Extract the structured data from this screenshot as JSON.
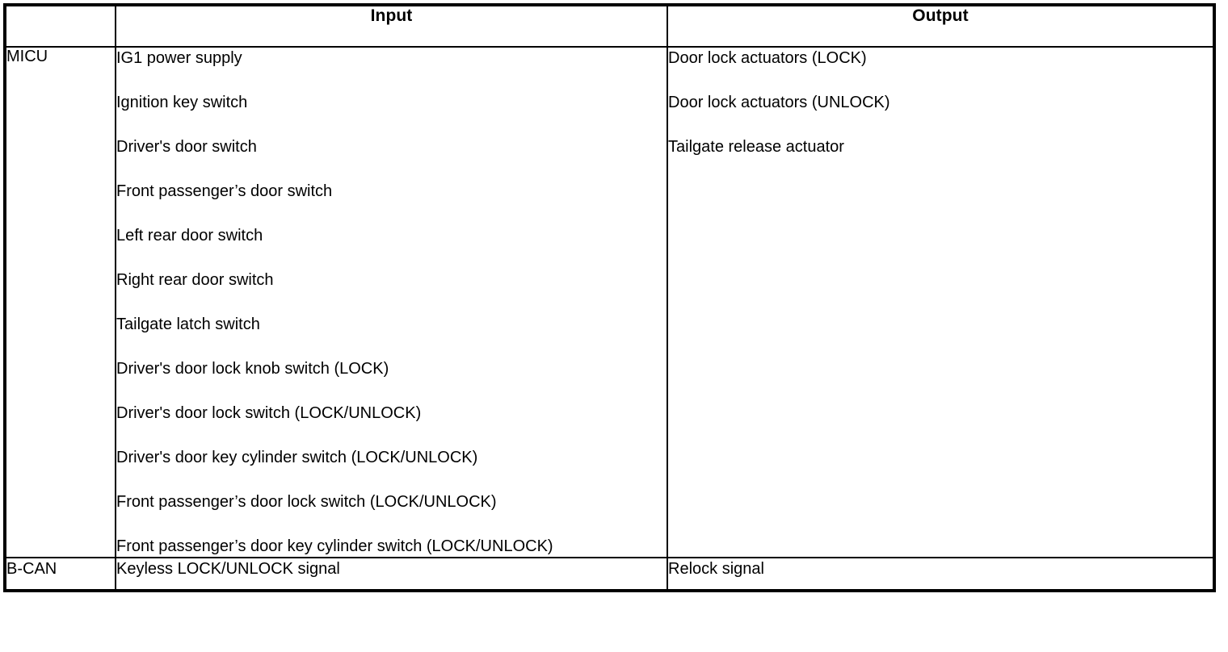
{
  "table": {
    "headers": {
      "module": "",
      "input": "Input",
      "output": "Output"
    },
    "rows": [
      {
        "module": "MICU",
        "inputs": [
          "IG1 power supply",
          "Ignition key switch",
          "Driver's door switch",
          "Front passenger’s door switch",
          "Left rear door switch",
          "Right rear door switch",
          "Tailgate latch switch",
          "Driver's door lock knob switch (LOCK)",
          "Driver's door lock switch (LOCK/UNLOCK)",
          "Driver's door key cylinder switch (LOCK/UNLOCK)",
          "Front passenger’s door lock switch (LOCK/UNLOCK)",
          "Front passenger’s door key cylinder switch (LOCK/UNLOCK)"
        ],
        "outputs": [
          "Door lock actuators (LOCK)",
          "Door lock actuators (UNLOCK)",
          "Tailgate release actuator"
        ]
      },
      {
        "module": "B-CAN",
        "inputs": [
          "Keyless LOCK/UNLOCK signal"
        ],
        "outputs": [
          "Relock signal"
        ]
      }
    ]
  }
}
